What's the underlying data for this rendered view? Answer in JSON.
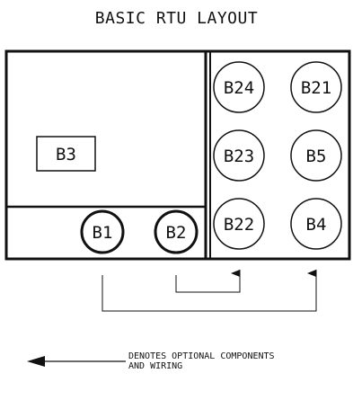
{
  "diagram": {
    "title": "BASIC RTU LAYOUT",
    "components": {
      "b3": "B3",
      "b1": "B1",
      "b2": "B2",
      "b24": "B24",
      "b21": "B21",
      "b23": "B23",
      "b5": "B5",
      "b22": "B22",
      "b4": "B4"
    },
    "legend": {
      "line1": "DENOTES OPTIONAL COMPONENTS",
      "line2": "AND WIRING"
    }
  }
}
